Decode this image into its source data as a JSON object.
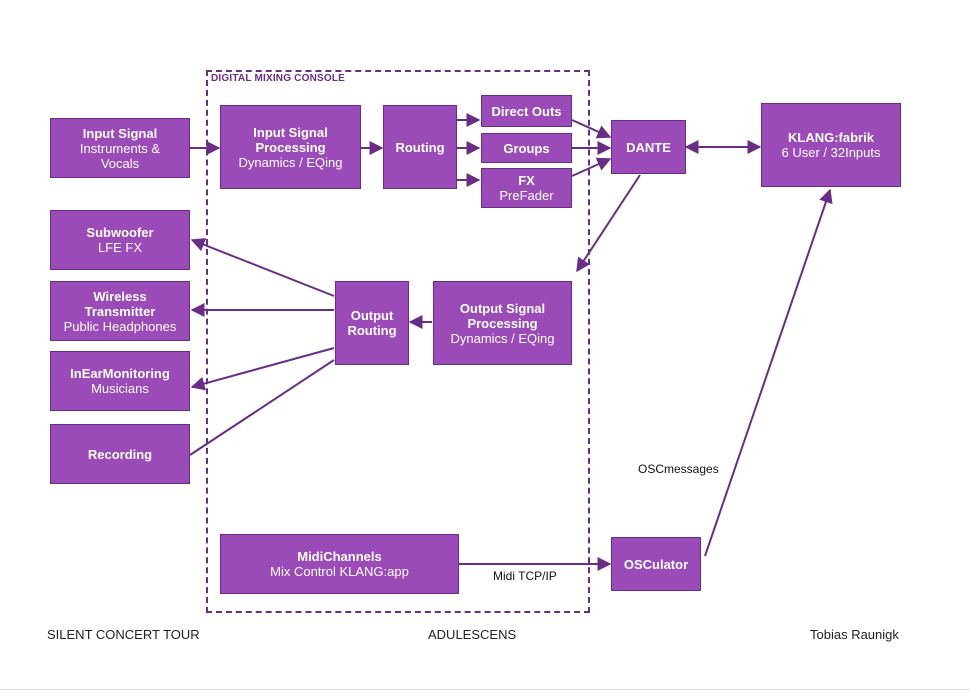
{
  "console": {
    "label": "DIGITAL MIXING CONSOLE"
  },
  "boxes": {
    "input_signal": {
      "title": "Input Signal",
      "subtitle": "Instruments & Vocals"
    },
    "input_processing": {
      "title": "Input Signal Processing",
      "subtitle": "Dynamics / EQing"
    },
    "routing": {
      "title": "Routing",
      "subtitle": ""
    },
    "direct_outs": {
      "title": "Direct Outs",
      "subtitle": ""
    },
    "groups": {
      "title": "Groups",
      "subtitle": ""
    },
    "fx": {
      "title": "FX",
      "subtitle": "PreFader"
    },
    "dante": {
      "title": "DANTE",
      "subtitle": ""
    },
    "klang_fabrik": {
      "title": "KLANG:fabrik",
      "subtitle": "6 User / 32Inputs"
    },
    "subwoofer": {
      "title": "Subwoofer",
      "subtitle": "LFE FX"
    },
    "wireless": {
      "title": "Wireless Transmitter",
      "subtitle": "Public Headphones"
    },
    "inear": {
      "title": "InEarMonitoring",
      "subtitle": "Musicians"
    },
    "recording": {
      "title": "Recording",
      "subtitle": ""
    },
    "output_routing": {
      "title": "Output Routing",
      "subtitle": ""
    },
    "output_processing": {
      "title": "Output Signal Processing",
      "subtitle": "Dynamics / EQing"
    },
    "midichannels": {
      "title": "MidiChannels",
      "subtitle": "Mix Control KLANG:app"
    },
    "osculator": {
      "title": "OSCulator",
      "subtitle": ""
    }
  },
  "labels": {
    "osc_messages": "OSCmessages",
    "midi_tcp": "Midi TCP/IP"
  },
  "footer": {
    "left": "SILENT CONCERT TOUR",
    "center": "ADULESCENS",
    "right": "Tobias Raunigk"
  },
  "colors": {
    "box_fill": "#9b4bb8",
    "box_border": "#6a2d86",
    "arrow": "#6a2d86"
  }
}
